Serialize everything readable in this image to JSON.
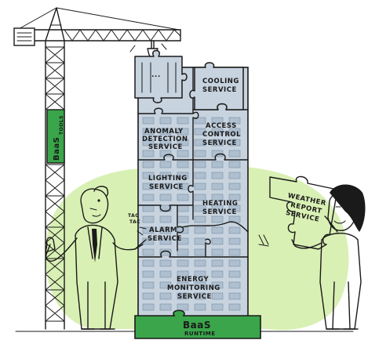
{
  "colors": {
    "background_blob": "#d9f0b4",
    "puzzle_piece": "#c7d3de",
    "baas_green": "#3aa54a",
    "weather_piece": "#d98a8a",
    "skin": "#8ecb5a",
    "ink": "#1a1a1a"
  },
  "crane": {
    "label_line1": "BaaS",
    "label_line2": "TOOLS"
  },
  "tower": {
    "pieces": {
      "top": "...",
      "cooling_line1": "COOLING",
      "cooling_line2": "SERVICE",
      "anomaly_line1": "ANOMALY",
      "anomaly_line2": "DETECTION",
      "anomaly_line3": "SERVICE",
      "access_line1": "ACCESS",
      "access_line2": "CONTROL",
      "access_line3": "SERVICE",
      "lighting_line1": "LIGHTING",
      "lighting_line2": "SERVICE",
      "heating_line1": "HEATING",
      "heating_line2": "SERVICE",
      "alarm_line1": "ALARM",
      "alarm_line2": "SERVICE",
      "energy_line1": "ENERGY",
      "energy_line2": "MONITORING",
      "energy_line3": "SERVICE"
    }
  },
  "runtime": {
    "label_line1": "BaaS",
    "label_line2": "RUNTIME"
  },
  "weather": {
    "line1": "WEATHER",
    "line2": "REPORT",
    "line3": "SERVICE"
  },
  "sound": {
    "line1": "TAC",
    "line2": "TAC"
  }
}
